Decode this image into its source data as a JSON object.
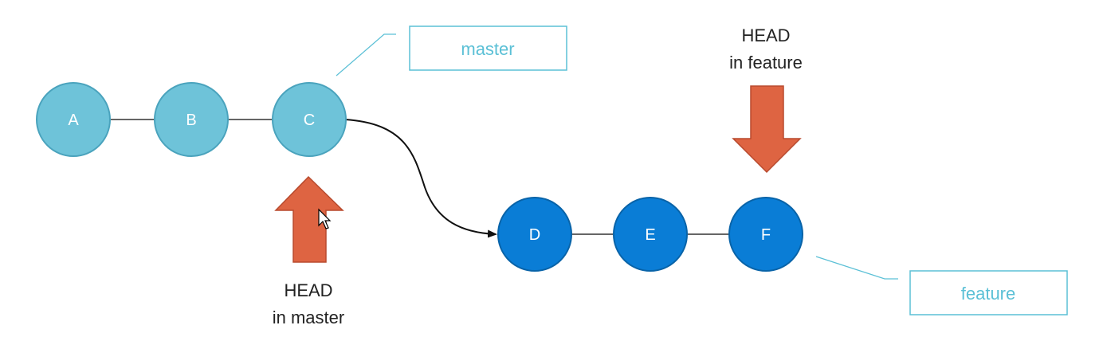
{
  "commits": {
    "a": "A",
    "b": "B",
    "c": "C",
    "d": "D",
    "e": "E",
    "f": "F"
  },
  "branches": {
    "master": "master",
    "feature": "feature"
  },
  "heads": {
    "master_line1": "HEAD",
    "master_line2": "in master",
    "feature_line1": "HEAD",
    "feature_line2": "in feature"
  },
  "colors": {
    "master_commit_fill": "#6ec3d9",
    "master_commit_stroke": "#4aa3bd",
    "feature_commit_fill": "#0a7dd6",
    "feature_commit_stroke": "#0863a8",
    "branch_box_stroke": "#5bc0d6",
    "arrow_fill": "#de6442",
    "arrow_stroke": "#b84a2e"
  }
}
